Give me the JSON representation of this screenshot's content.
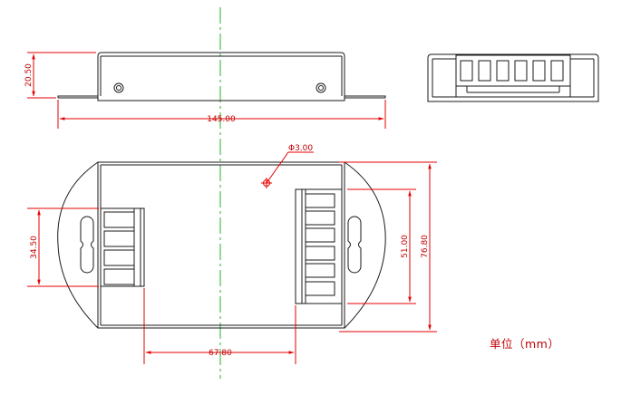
{
  "dimensions": {
    "height": "20.50",
    "length": "145.00",
    "hole": "Φ3.00",
    "slot_spacing": "34.50",
    "terminal_span": "51.00",
    "total_width": "76.80",
    "hole_offset": "67.80"
  },
  "unit_label": "单位（mm）",
  "colors": {
    "outline": "#1a1a1a",
    "dimension": "#e60000",
    "centerline": "#27b027"
  }
}
